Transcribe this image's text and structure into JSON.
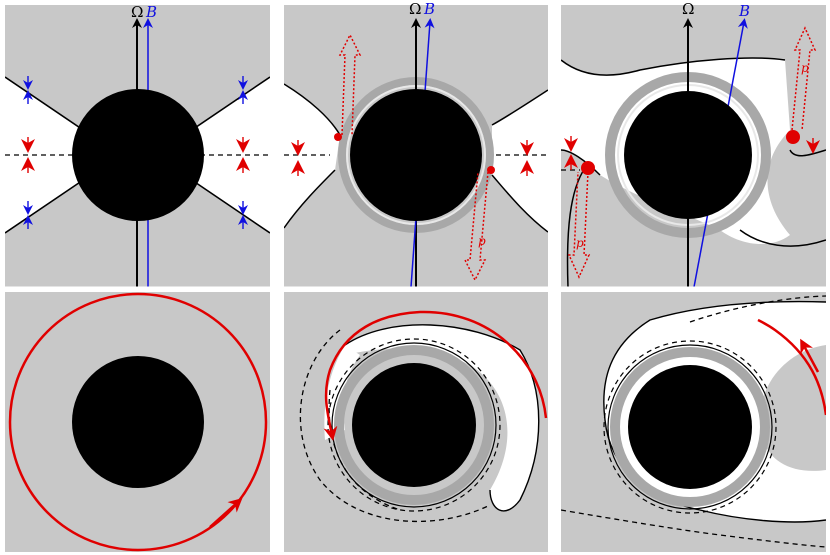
{
  "labels": {
    "omega": "Ω",
    "b_field": "B",
    "pressure": "p"
  },
  "colors": {
    "background": "#c8c8c8",
    "gap": "#ffffff",
    "body": "#000000",
    "omega_axis": "#000000",
    "b_axis": "#1010e0",
    "flow": "#e00000",
    "ring": "#a8a8a8"
  },
  "panels": {
    "top": [
      "aligned",
      "early",
      "late"
    ],
    "bottom": [
      "circular-orbit",
      "spiral-inflow",
      "spiral-late"
    ]
  }
}
